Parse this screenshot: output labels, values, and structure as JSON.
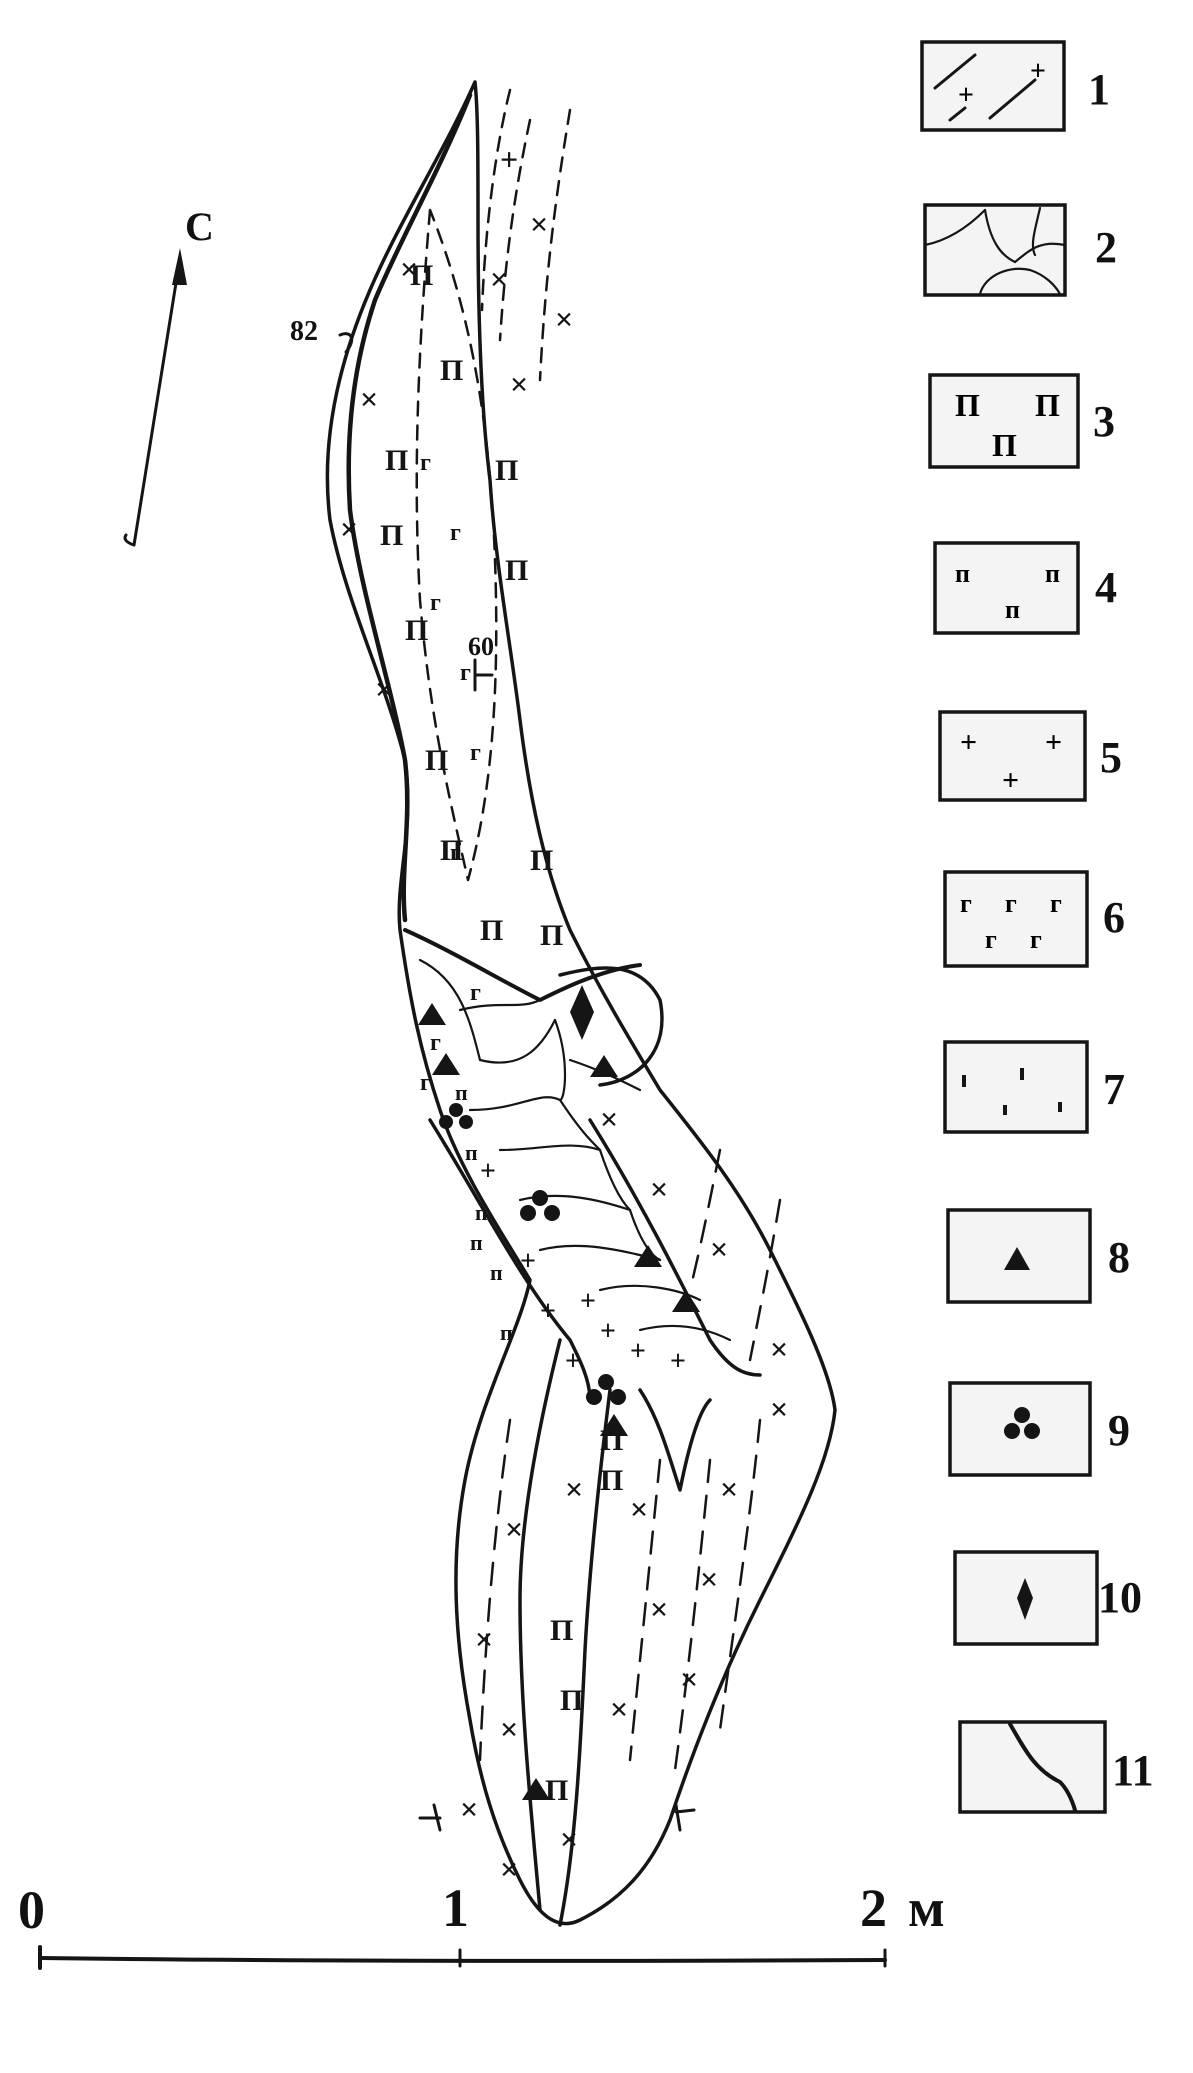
{
  "north_arrow": {
    "label": "С"
  },
  "dip_labels": {
    "dip1": "82",
    "dip2": "60"
  },
  "legend": [
    {
      "number": "1",
      "pattern": "gneiss-cross-hatch"
    },
    {
      "number": "2",
      "pattern": "polygonal-blocks"
    },
    {
      "number": "3",
      "pattern": "large-pi-symbols"
    },
    {
      "number": "4",
      "pattern": "small-pi-symbols"
    },
    {
      "number": "5",
      "pattern": "plus-signs"
    },
    {
      "number": "6",
      "pattern": "gamma-symbols"
    },
    {
      "number": "7",
      "pattern": "short-dashes"
    },
    {
      "number": "8",
      "pattern": "filled-triangle"
    },
    {
      "number": "9",
      "pattern": "trefoil"
    },
    {
      "number": "10",
      "pattern": "diamond"
    },
    {
      "number": "11",
      "pattern": "curved-contact-line"
    }
  ],
  "scale": {
    "ticks": [
      "0",
      "1",
      "2"
    ],
    "unit": "м"
  }
}
